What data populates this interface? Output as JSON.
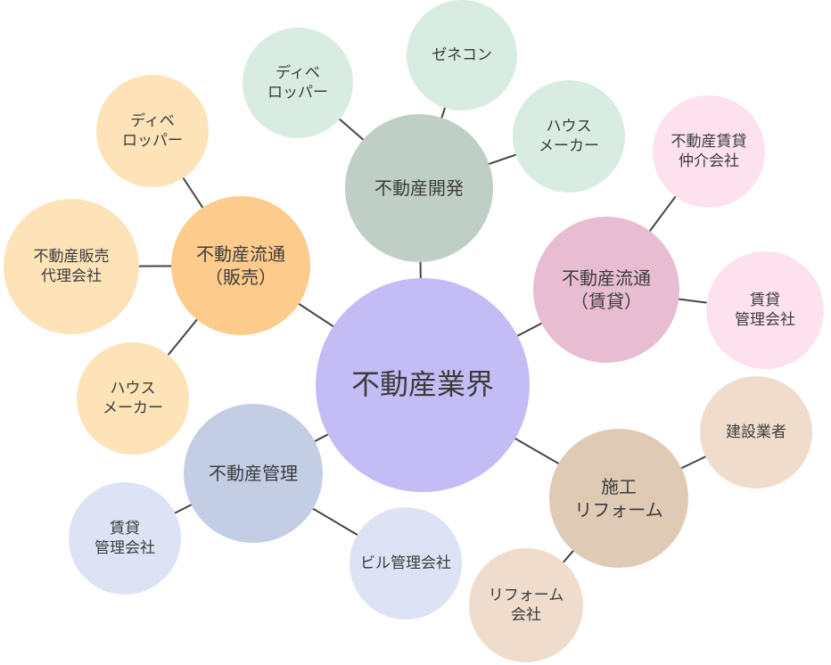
{
  "center": {
    "label": "不動産業界",
    "color": "#c4bdf5"
  },
  "development": {
    "label": "不動産開発",
    "color": "#bfcfc6",
    "child_color": "#d8ece1",
    "children": [
      "ディベ\nロッパー",
      "ゼネコン",
      "ハウス\nメーカー"
    ]
  },
  "sales": {
    "label": "不動産流通\n（販売）",
    "color": "#fdcc8c",
    "child_color": "#fde3b7",
    "children": [
      "ディベ\nロッパー",
      "不動産販売\n代理会社",
      "ハウス\nメーカー"
    ]
  },
  "rental": {
    "label": "不動産流通\n（賃貸）",
    "color": "#e8bdd1",
    "child_color": "#fde1ee",
    "children": [
      "不動産賃貸\n仲介会社",
      "賃貸\n管理会社"
    ]
  },
  "construction": {
    "label": "施工\nリフォーム",
    "color": "#dfcab6",
    "child_color": "#efdccc",
    "children": [
      "建設業者",
      "リフォーム\n会社"
    ]
  },
  "management": {
    "label": "不動産管理",
    "color": "#c3cde4",
    "child_color": "#dde3f4",
    "children": [
      "賃貸\n管理会社",
      "ビル管理会社"
    ]
  }
}
